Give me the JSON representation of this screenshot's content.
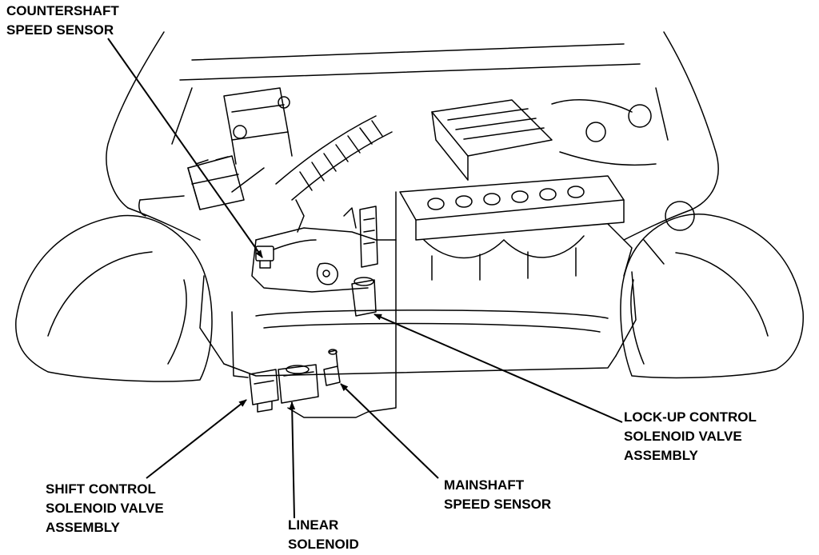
{
  "labels": {
    "countershaft": [
      "COUNTERSHAFT",
      "SPEED SENSOR"
    ],
    "lockup": [
      "LOCK-UP CONTROL",
      "SOLENOID VALVE",
      "ASSEMBLY"
    ],
    "shift": [
      "SHIFT CONTROL",
      "SOLENOID VALVE",
      "ASSEMBLY"
    ],
    "linear": [
      "LINEAR",
      "SOLENOID"
    ],
    "mainshaft": [
      "MAINSHAFT",
      "SPEED SENSOR"
    ]
  },
  "colors": {
    "ink": "#000000",
    "paper": "#ffffff"
  }
}
